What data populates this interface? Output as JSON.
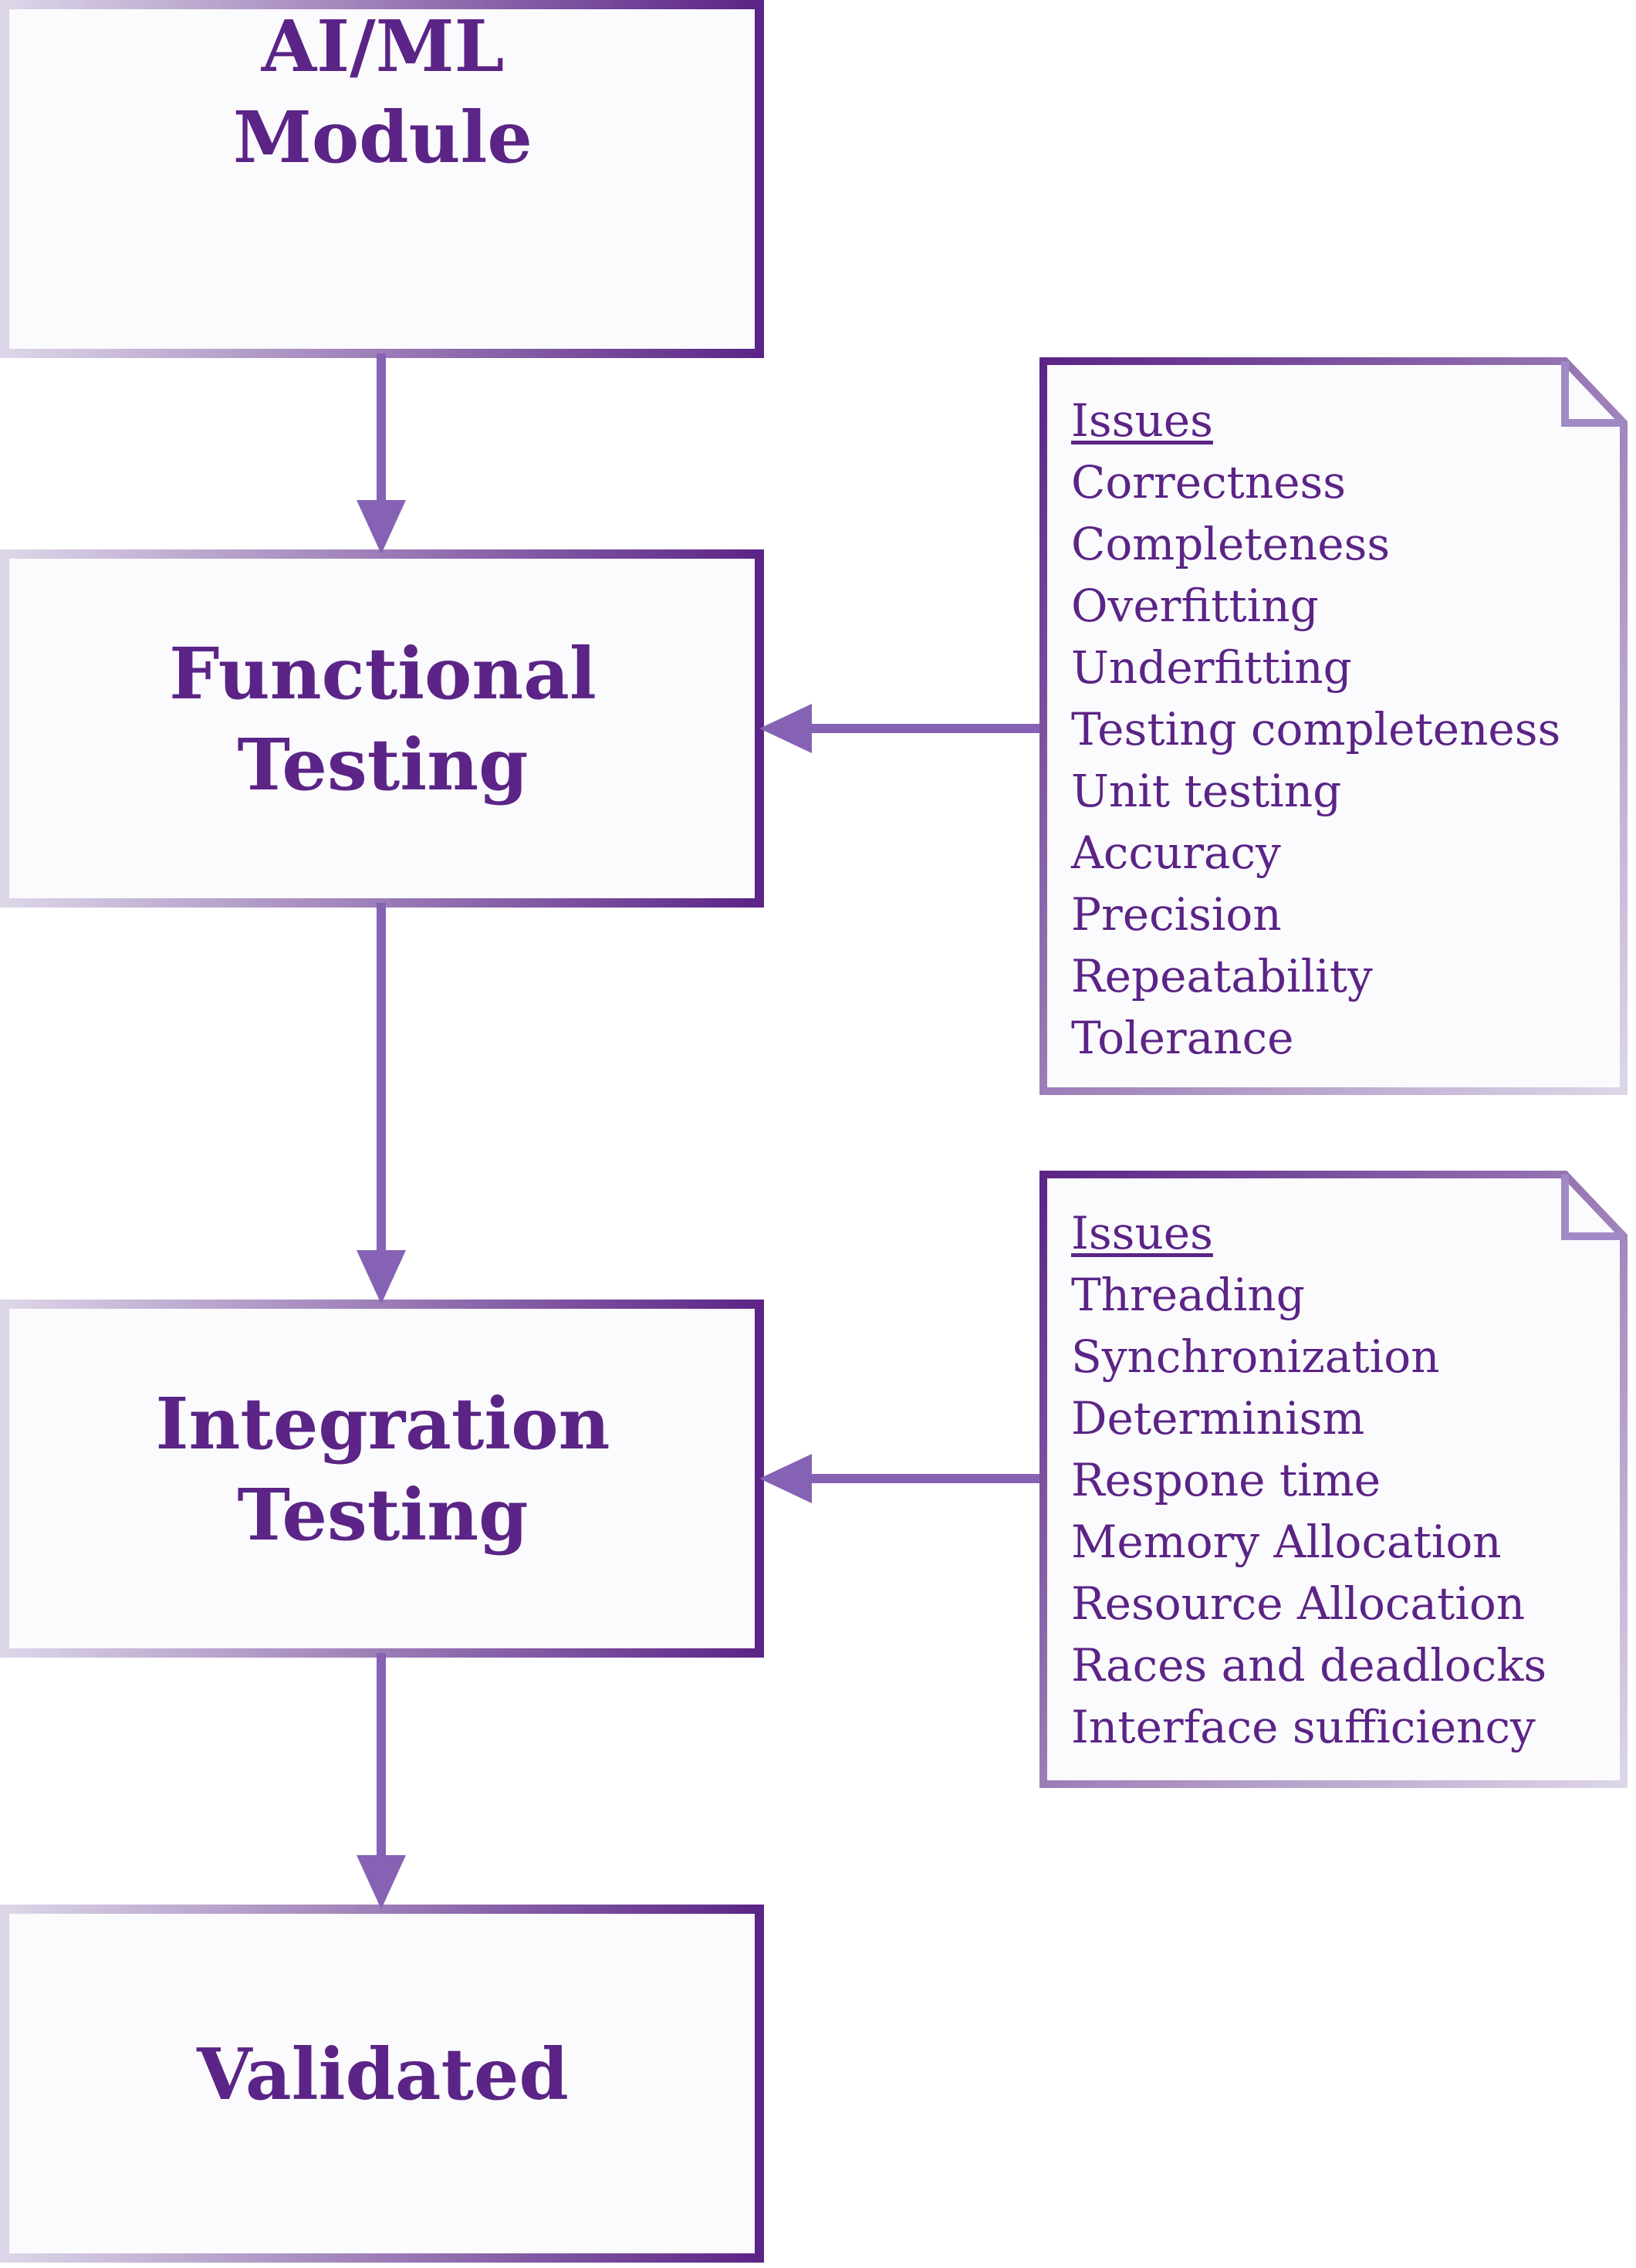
{
  "colors": {
    "box_fill": "#fbfbfe",
    "border_dark": "#5b2486",
    "border_light": "#ddd6e8",
    "arrow": "#8562b3",
    "text": "#5b2486"
  },
  "flow": {
    "steps": [
      {
        "label": "AI/ML\nModule"
      },
      {
        "label": "Functional\nTesting"
      },
      {
        "label": "Integration\nTesting"
      },
      {
        "label": "Validated"
      }
    ]
  },
  "notes": [
    {
      "attached_to": "Functional Testing",
      "heading": "Issues",
      "items": [
        "Correctness",
        "Completeness",
        "Overfitting",
        "Underfitting",
        "Testing completeness",
        "Unit testing",
        "Accuracy",
        "Precision",
        "Repeatability",
        "Tolerance"
      ]
    },
    {
      "attached_to": "Integration Testing",
      "heading": "Issues",
      "items": [
        "Threading",
        "Synchronization",
        "Determinism",
        "Respone time",
        "Memory Allocation",
        "Resource Allocation",
        "Races and deadlocks",
        "Interface sufficiency"
      ]
    }
  ]
}
